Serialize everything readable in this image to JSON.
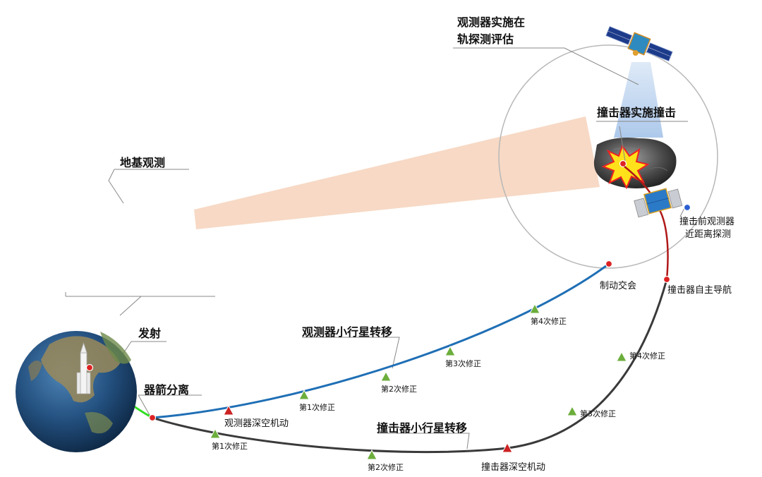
{
  "labels": {
    "observer_assessment_line1": "观测器实施在",
    "observer_assessment_line2": "轨探测评估",
    "impact": "撞击器实施撞击",
    "ground_observation": "地基观测",
    "close_detection_line1": "撞击前观测器",
    "close_detection_line2": "近距离探测",
    "brake_rendezvous": "制动交会",
    "impactor_autonav": "撞击器自主导航",
    "launch": "发射",
    "separation": "器箭分离",
    "observer_transfer": "观测器小行星转移",
    "impactor_transfer": "撞击器小行星转移",
    "observer_maneuver": "观测器深空机动",
    "impactor_maneuver": "撞击器深空机动",
    "obs_corr_1": "第1次修正",
    "obs_corr_2": "第2次修正",
    "obs_corr_3": "第3次修正",
    "obs_corr_4": "第4次修正",
    "imp_corr_1": "第1次修正",
    "imp_corr_2": "第2次修正",
    "imp_corr_3": "第3次修正",
    "imp_corr_4": "第4次修正"
  },
  "colors": {
    "observer_path": "#1f6fb5",
    "impactor_path": "#3a3a3a",
    "early_path": "#33dd22",
    "final_approach": "#b01818",
    "ground_beam": "#f6d5bf",
    "observer_beam": "#b9d3f0",
    "correction_marker": "#6cae3c",
    "maneuver_marker": "#cc2222",
    "node_red": "#dd2222",
    "node_blue": "#2a5fd0"
  }
}
